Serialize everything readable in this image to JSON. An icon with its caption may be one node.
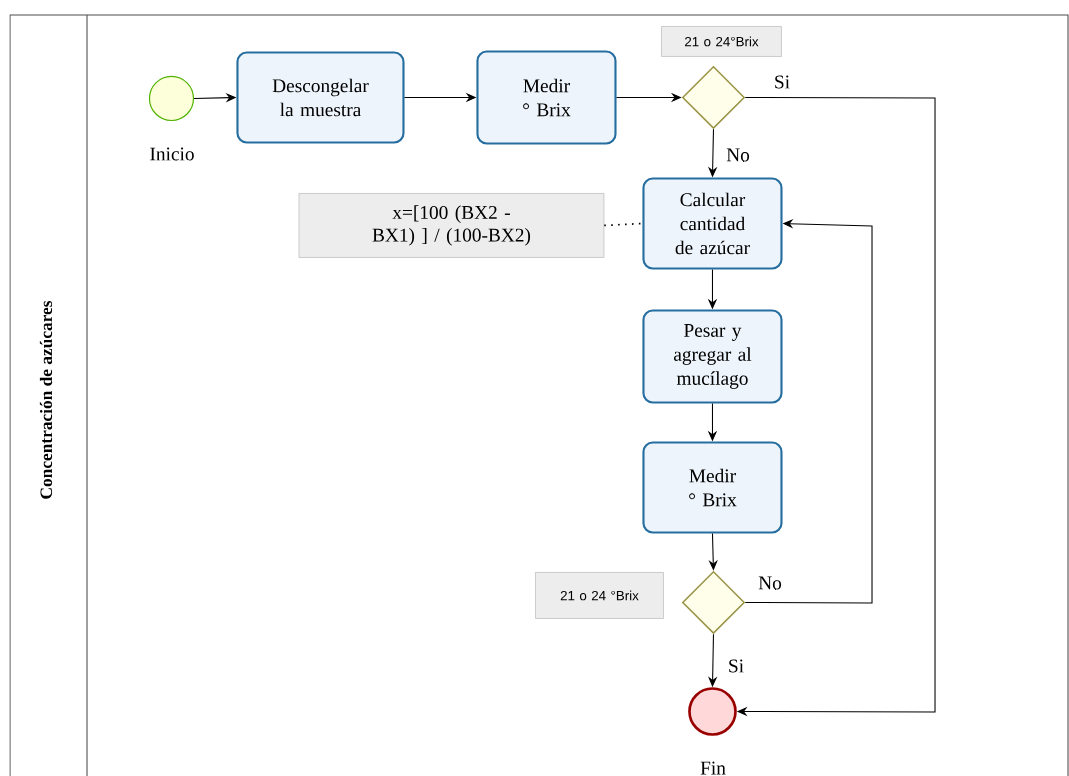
{
  "diagram": {
    "nodes": [
      {
        "text": [
          "Concentración de azúcares"
        ]
      },
      {
        "text": [],
        "shape": "circle",
        "beside": [
          "Inicio"
        ],
        "in": 0
      },
      {
        "text": [
          "Descongelar la muestra"
        ],
        "in": 0
      },
      {
        "text": [
          "Medir ° Brix"
        ],
        "in": 0
      },
      {
        "text": [],
        "shape": "diamond",
        "in": 0
      },
      {
        "text": [
          "21 o 24°Brix"
        ],
        "in": 0
      },
      {
        "text": [
          "x=[100  (BX2 - BX1)  ]  / (100-BX2)"
        ],
        "in": 0
      },
      {
        "text": [
          "Calcular cantidad de azúcar"
        ],
        "in": 0
      },
      {
        "text": [
          "Pesar y agregar al mucílago"
        ],
        "in": 0
      },
      {
        "text": [
          "Medir ° Brix"
        ],
        "in": 0
      },
      {
        "text": [
          "21 o 24 °Brix"
        ],
        "in": 0
      },
      {
        "text": [],
        "shape": "diamond",
        "in": 0
      },
      {
        "text": [],
        "shape": "circle",
        "beside": [
          "Fin"
        ],
        "in": 0
      }
    ],
    "edges": [
      {
        "from": 1,
        "to": 2,
        "arrow": "to"
      },
      {
        "from": 2,
        "to": 3,
        "arrow": "to"
      },
      {
        "from": 3,
        "to": 4,
        "arrow": "to"
      },
      {
        "from": 4,
        "to": 12,
        "arrow": "to",
        "label": "Si"
      },
      {
        "from": 4,
        "to": 7,
        "arrow": "to",
        "label": "No"
      },
      {
        "from": 6,
        "to": 7,
        "arrow": "none",
        "style": "dashed"
      },
      {
        "from": 7,
        "to": 8,
        "arrow": "to"
      },
      {
        "from": 8,
        "to": 9,
        "arrow": "to"
      },
      {
        "from": 9,
        "to": 11,
        "arrow": "to"
      },
      {
        "from": 11,
        "to": 7,
        "arrow": "to",
        "label": "No"
      },
      {
        "from": 11,
        "to": 12,
        "arrow": "to",
        "label": "Si"
      }
    ]
  }
}
